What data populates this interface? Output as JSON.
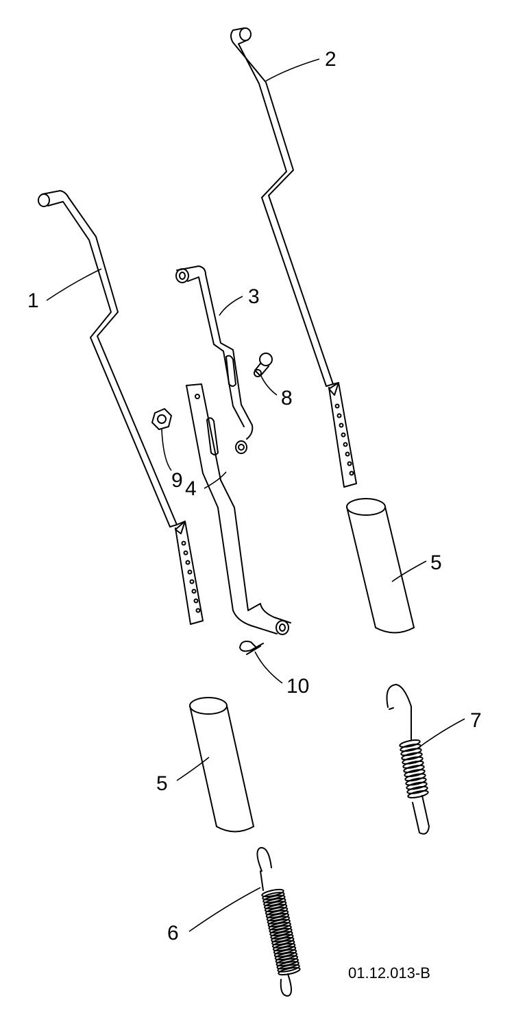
{
  "callouts": {
    "c1": "1",
    "c2": "2",
    "c3": "3",
    "c4": "4",
    "c5a": "5",
    "c5b": "5",
    "c6": "6",
    "c7": "7",
    "c8": "8",
    "c9": "9",
    "c10": "10"
  },
  "reference_code": "01.12.013-B"
}
